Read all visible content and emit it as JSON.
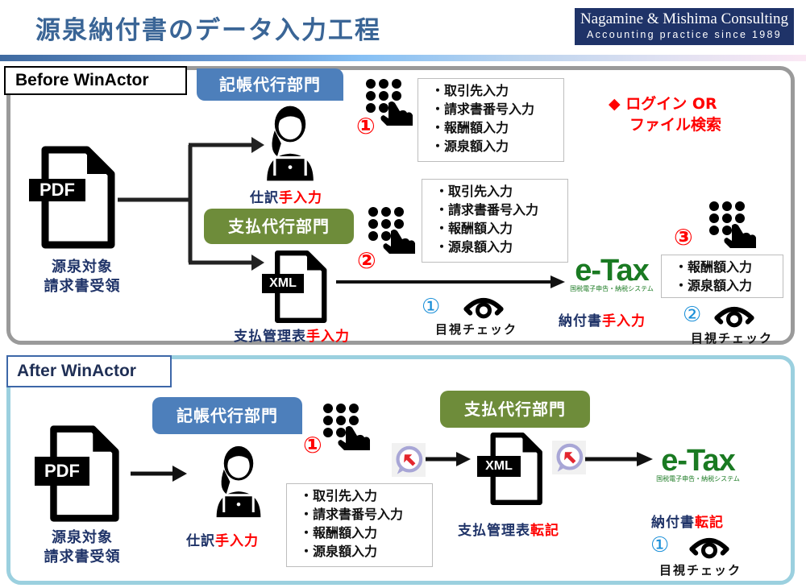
{
  "header": {
    "title": "源泉納付書のデータ入力工程",
    "logo_line1": "Nagamine & Mishima Consulting",
    "logo_line2": "Accounting practice since 1989"
  },
  "colors": {
    "title": "#3a6596",
    "logo_bg": "#1f3368",
    "dept_bookkeeping": "#4d7fbb",
    "dept_payment": "#6e8c3a",
    "manual_red": "#ff0000",
    "navy_text": "#1f3368",
    "etax_green": "#1a7a22",
    "before_border": "#9a9a9a",
    "after_border": "#9bd0df"
  },
  "before": {
    "label": "Before WinActor",
    "source_doc": {
      "icon_label": "PDF",
      "caption_line1": "源泉対象",
      "caption_line2": "請求書受領"
    },
    "dept_bookkeeping": "記帳代行部門",
    "dept_payment": "支払代行部門",
    "journal": {
      "prefix": "仕訳",
      "suffix": "手入力"
    },
    "payment_table": {
      "icon_label": "XML",
      "prefix": "支払管理表",
      "suffix": "手入力"
    },
    "step1": {
      "num": "①",
      "items": [
        "取引先入力",
        "請求書番号入力",
        "報酬額入力",
        "源泉額入力"
      ]
    },
    "step2": {
      "num": "②",
      "items": [
        "取引先入力",
        "請求書番号入力",
        "報酬額入力",
        "源泉額入力"
      ]
    },
    "step3": {
      "num": "③",
      "items": [
        "報酬額入力",
        "源泉額入力"
      ]
    },
    "login_note_line1": "◆ ログイン OR",
    "login_note_line2": "ファイル検索",
    "check1": {
      "num": "①",
      "label": "目視チェック"
    },
    "check2": {
      "num": "②",
      "label": "目視チェック"
    },
    "etax": {
      "logo": "e-Tax",
      "sub": "国税電子申告・納税システム"
    },
    "payment_slip": {
      "prefix": "納付書",
      "suffix": "手入力"
    }
  },
  "after": {
    "label": "After WinActor",
    "source_doc": {
      "icon_label": "PDF",
      "caption_line1": "源泉対象",
      "caption_line2": "請求書受領"
    },
    "dept_bookkeeping": "記帳代行部門",
    "dept_payment": "支払代行部門",
    "journal": {
      "prefix": "仕訳",
      "suffix": "手入力"
    },
    "step1": {
      "num": "①",
      "items": [
        "取引先入力",
        "請求書番号入力",
        "報酬額入力",
        "源泉額入力"
      ]
    },
    "payment_table": {
      "icon_label": "XML",
      "prefix": "支払管理表",
      "suffix": "転記"
    },
    "etax": {
      "logo": "e-Tax",
      "sub": "国税電子申告・納税システム"
    },
    "payment_slip": {
      "prefix": "納付書",
      "suffix": "転記"
    },
    "check1": {
      "num": "①",
      "label": "目視チェック"
    }
  }
}
